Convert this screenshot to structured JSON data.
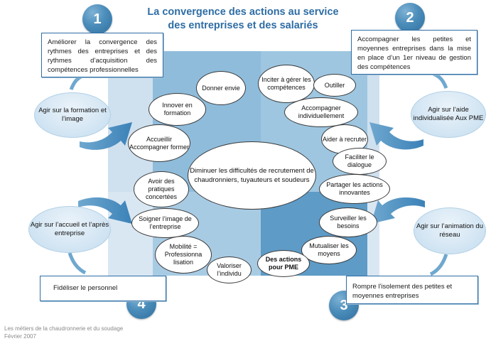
{
  "title": {
    "line1": "La convergence des actions au service",
    "line2": "des entreprises et des salariés"
  },
  "colors": {
    "title_blue": "#2e6da4",
    "panel_light": "#cfe0ef",
    "panel_mid": "#8fbcdb",
    "panel_dark": "#5e9bc6",
    "badge_blue": "#2f6f9e",
    "box_border": "#2e6da4",
    "arrow_blue": "#3b82b8"
  },
  "badges": [
    {
      "name": "badge-1",
      "label": "1"
    },
    {
      "name": "badge-2",
      "label": "2"
    },
    {
      "name": "badge-3",
      "label": "3"
    },
    {
      "name": "badge-4",
      "label": "4"
    }
  ],
  "callouts": [
    {
      "name": "callout-1",
      "text": "Améliorer la convergence des rythmes des entreprises et des rythmes d’acquisition des compétences professionnelles"
    },
    {
      "name": "callout-2",
      "text": "Accompagner les petites et moyennes entreprises dans la mise en place d’un 1er niveau de gestion des compétences"
    },
    {
      "name": "callout-3",
      "text": "Rompre l'isolement des petites et moyennes entreprises"
    },
    {
      "name": "callout-4",
      "text": "Fidéliser le personnel"
    }
  ],
  "axes": [
    {
      "name": "axis-top-left",
      "text": "Agir sur la formation et l’image"
    },
    {
      "name": "axis-top-right",
      "text": "Agir sur l’aide individualisée Aux PME"
    },
    {
      "name": "axis-bottom-left",
      "text": "Agir sur l’accueil et l’après entreprise"
    },
    {
      "name": "axis-bottom-right",
      "text": "Agir sur l’animation du réseau"
    }
  ],
  "center": {
    "text": "Diminuer les difficultés de recrutement de chaudronniers, tuyauteurs et soudeurs"
  },
  "actions": [
    {
      "name": "action-donner-envie",
      "text": "Donner envie"
    },
    {
      "name": "action-innover-en-formation",
      "text": "Innover en formation"
    },
    {
      "name": "action-accueillir-accompagner",
      "text": "Accueillir Accompagner former"
    },
    {
      "name": "action-inciter-gerer-competences",
      "text": "Inciter à gérer les compétences"
    },
    {
      "name": "action-outiller",
      "text": "Outiller"
    },
    {
      "name": "action-accompagner-individuellement",
      "text": "Accompagner individuellement"
    },
    {
      "name": "action-aider-a-recruter",
      "text": "Aider à recruter"
    },
    {
      "name": "action-faciliter-le-dialogue",
      "text": "Faciliter le dialogue"
    },
    {
      "name": "action-partager-actions-innovantes",
      "text": "Partager les actions innovantes"
    },
    {
      "name": "action-surveiller-les-besoins",
      "text": "Surveiller les besoins"
    },
    {
      "name": "action-mutualiser-les-moyens",
      "text": "Mutualiser les moyens"
    },
    {
      "name": "action-des-actions-pour-pme",
      "text": "Des actions pour PME"
    },
    {
      "name": "action-valoriser-l-individu",
      "text": "Valoriser l’individu"
    },
    {
      "name": "action-mobilite-professionnalisation",
      "text": "Mobilité = Professionna lisation"
    },
    {
      "name": "action-soigner-l-image",
      "text": "Soigner l’image de l’entreprise"
    },
    {
      "name": "action-avoir-des-pratiques-concertees",
      "text": "Avoir des pratiques concertées"
    }
  ],
  "footer": {
    "line1": "Les métiers de la chaudronnerie et du soudage",
    "line2": "Février 2007"
  }
}
